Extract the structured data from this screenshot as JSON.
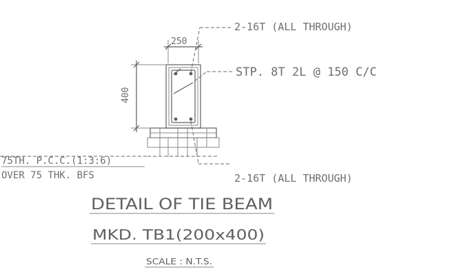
{
  "labels": {
    "top_bars": "2-16T (ALL THROUGH)",
    "width_dim": "250",
    "stirrups": "STP. 8T 2L @ 150 C/C",
    "height_dim": "400",
    "base_note_line1": "75TH. P.C.C.(1:3:6)",
    "base_note_line2": "OVER 75 THK. BFS",
    "bottom_bars": "2-16T (ALL THROUGH)"
  },
  "title_block": {
    "title": "DETAIL OF TIE BEAM",
    "subtitle": "MKD. TB1(200x400)",
    "scale": "SCALE : N.T.S."
  },
  "colors": {
    "ink": "#5e5e5e",
    "background": "#ffffff"
  }
}
